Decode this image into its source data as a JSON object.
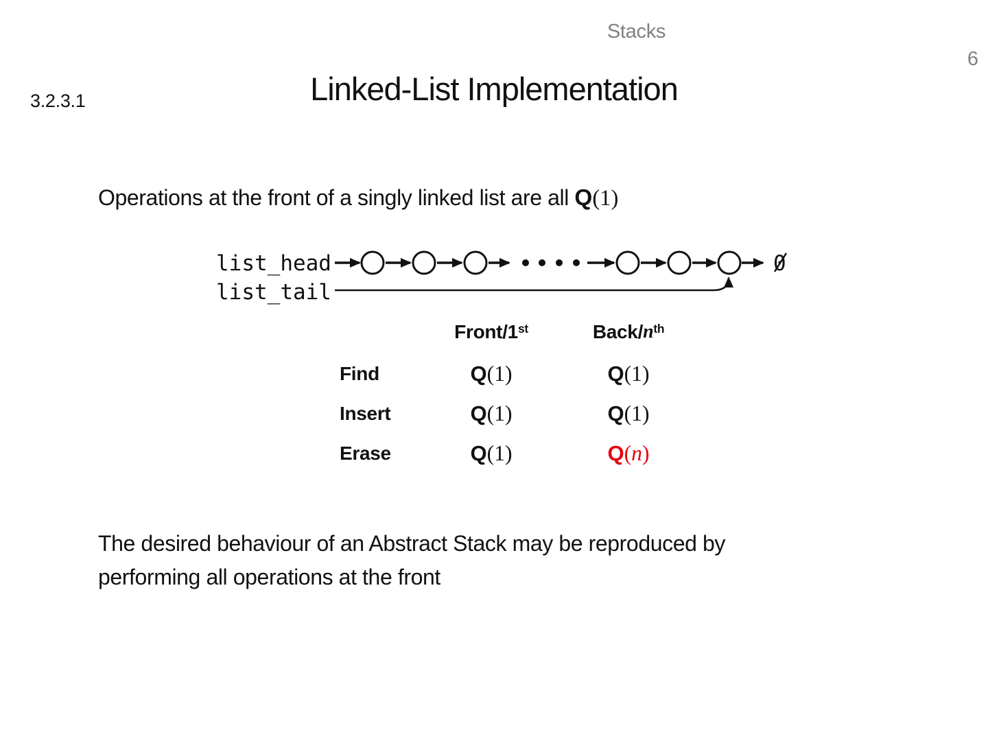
{
  "slide": {
    "deck_title": "Stacks",
    "page_number": "6",
    "section_number": "3.2.3.1",
    "title": "Linked-List Implementation"
  },
  "intro": {
    "text": "Operations at the front of a singly linked list are all ",
    "complexity": {
      "symbol": "Q",
      "args": "(1)"
    }
  },
  "diagram": {
    "head_label": "list_head",
    "tail_label": "list_tail",
    "null_label": "0"
  },
  "table": {
    "headers": {
      "front": {
        "text": "Front/1",
        "sup": "st"
      },
      "back": {
        "text": "Back/",
        "var": "n",
        "sup": "th"
      }
    },
    "rows": [
      {
        "label": "Find",
        "front": {
          "symbol": "Q",
          "args": "(1)"
        },
        "back": {
          "symbol": "Q",
          "args": "(1)"
        }
      },
      {
        "label": "Insert",
        "front": {
          "symbol": "Q",
          "args": "(1)"
        },
        "back": {
          "symbol": "Q",
          "args": "(1)"
        }
      },
      {
        "label": "Erase",
        "front": {
          "symbol": "Q",
          "args": "(1)"
        },
        "back": {
          "symbol": "Q",
          "open": "(",
          "var": "n",
          "close": ")",
          "highlight": "red"
        }
      }
    ]
  },
  "conclusion": {
    "line1": "The desired behaviour of an Abstract Stack may be reproduced by",
    "line2": "performing all operations at the front"
  },
  "colors": {
    "text": "#111111",
    "muted": "#808080",
    "highlight_red": "#e8000d"
  }
}
